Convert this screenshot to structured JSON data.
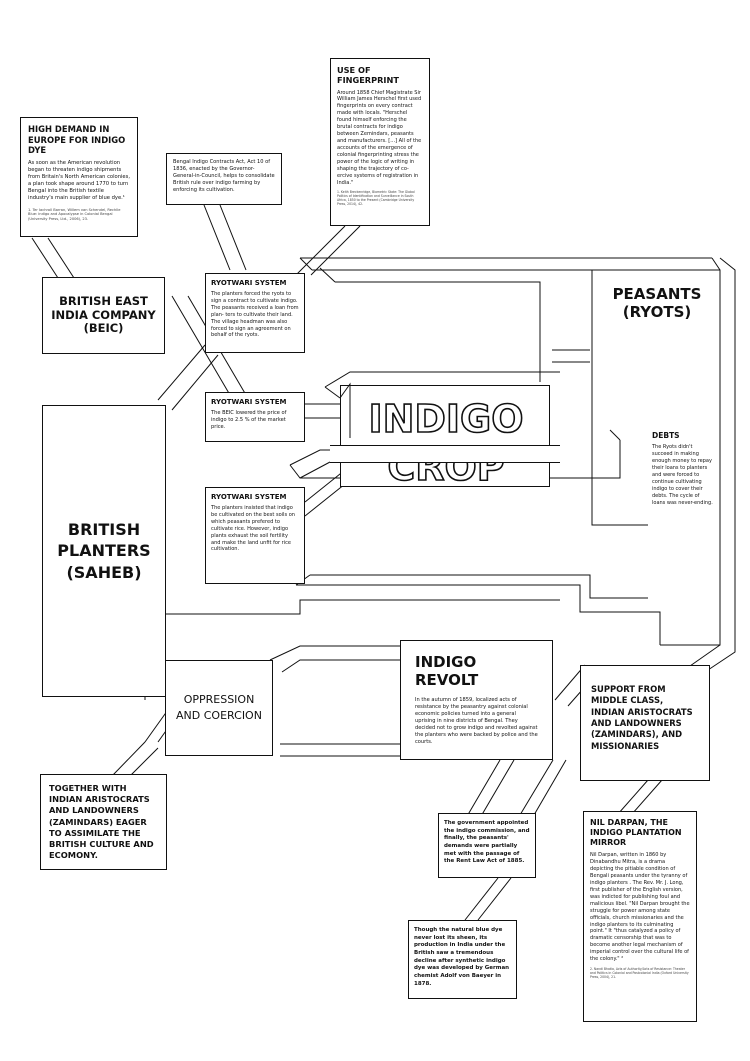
{
  "demand": {
    "title": "HIGH DEMAND IN EUROPE FOR INDIGO DYE",
    "text": "As soon as the American revolution began to threaten indigo shipments from Britain's North American colonies, a plan took shape around 1770 to turn Bengal into the British textile industry's main supplier of blue dye.¹",
    "footnote": "1. Ter Iachroll Barran, Willem van Schendel, Rechlle Blue: indigo and Apocalypse in Colonial Bengal (University Press, Ltd., 2006), 23."
  },
  "contracts_act": {
    "text": "Bengal Indigo Contracts Act, Act 10 of 1836, enacted by the Governor-General-in-Council, helps to consolidate British rule over indigo farming by enforcing its cultivation."
  },
  "fingerprint": {
    "title": "USE OF FINGERPRINT",
    "text": "Around 1858 Chief Magistrate Sir William James Herschel first used fingerprints on every contract made with locals. \"Herschel found himself enforcing the brutal contracts for indigo between Zemindars, peasants and manufacturers. [...] All of the accounts of the emergence of colonial fingerprinting stress the power of the logic of writing in shaping the trajectory of co-ercive systems of registration in India.\"",
    "footnote": "1. Keith Breckenridge, Biometric State: The Global Politics of Identification and Surveillance in South Africa, 1850 to the Present (Cambridge University Press, 2014), 42."
  },
  "beic": {
    "label": "BRITISH EAST INDIA COMPANY (BEIC)"
  },
  "ryotwari_1": {
    "title": "RYOTWARI SYSTEM",
    "text": "The planters forced the ryots to sign a contract to cultivate indigo. The peasants received a loan from plan- ters to cultivate their land. The village headman was also forced to sign an agreement on behalf of the ryots."
  },
  "ryotwari_2": {
    "title": "RYOTWARI SYSTEM",
    "text": "The BEIC lowered the price of indigo to 2.5 % of the market price."
  },
  "ryotwari_3": {
    "title": "RYOTWARI SYSTEM",
    "text": "The planters insisted that indigo be cultivated on the best soils on which peasants prefered to cultivate rice. However, indigo plants exhaust the soil fertility and make the land unfit for rice cultivation."
  },
  "peasants": {
    "label": "PEASANTS (RYOTS)"
  },
  "indigo_crop": {
    "line1": "INDIGO",
    "line2": "CROP"
  },
  "debts": {
    "title": "DEBTS",
    "text": "The Ryots didn't succeed in making enough money to repay their loans to planters and were forced to continue cultivating indigo to cover their debts. The cycle of loans was never-ending."
  },
  "planters": {
    "label": "BRITISH PLANTERS (SAHEB)"
  },
  "oppression": {
    "label": "OPPRESSION AND COERCION"
  },
  "revolt": {
    "title": "INDIGO REVOLT",
    "text": "In the autumn of 1859, localized acts of resistance by the peasantry against colonial economic policies turned into a general uprising in nine districts of Bengal. They decided not to grow indigo and revolted against the planters who were backed by police and the courts."
  },
  "support": {
    "label": "SUPPORT FROM MIDDLE CLASS, INDIAN ARISTOCRATS AND LANDOWNERS (ZAMINDARS), AND MISSIONARIES"
  },
  "aristocrats": {
    "label": "TOGETHER WITH INDIAN ARISTOCRATS AND LANDOWNERS (ZAMINDARS) EAGER TO ASSIMILATE THE BRITISH CULTURE AND ECOMONY."
  },
  "commission": {
    "text": "The government appointed the indigo commission, and finally, the peasants' demands were partially met with the passage of the Rent Law Act of 1885."
  },
  "natural_dye": {
    "text": "Though the natural blue dye never lost its sheen, its production in India under the British saw a tremendous decline after synthetic indigo dye was developed by German chemist Adolf von Baeyer in 1878."
  },
  "nil_darpan": {
    "title": "NIL DARPAN, THE INDIGO PLANTATION MIRROR",
    "text": "Nil Darpan, written in 1860 by Dinabandhu Mitra, is a drama depicting the pitiable condition of Bengali peasants under the tyranny of indigo planters . The Rev. Mr. J. Long, first publisher of the English version, was indicted for publishing foul and malicious libel. \"Nil Darpan brought the struggle for power among state officials, church missionaries and the indigo planters to its culminating point.\" It \"thus catalyzed a policy of dramatic censorship that was to become another legal mechanism of imperial control over the cultural life of the colony.\" ²",
    "footnote": "2. Nandi Bhatia, Acts of Authority/Acts of Resistance: Theater and Politics in Colonial and Postcolonial India (Oxford University Press, 2004), 21."
  },
  "colors": {
    "ink": "#111111",
    "paper": "#ffffff"
  }
}
